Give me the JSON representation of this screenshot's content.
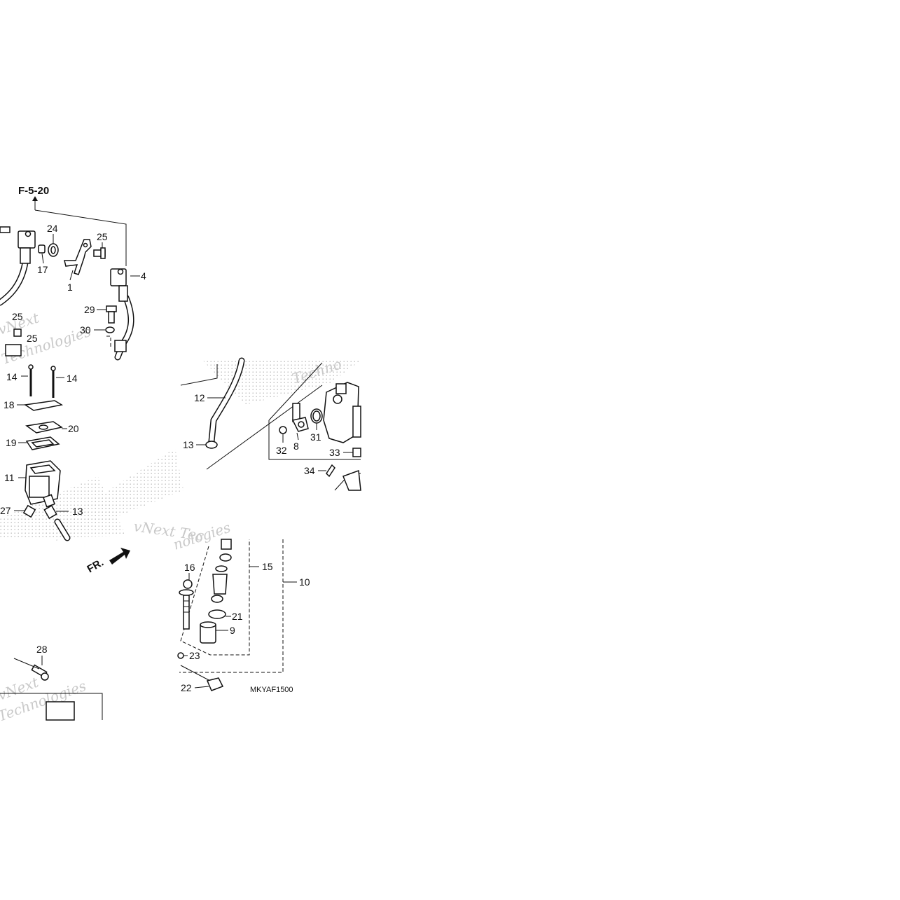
{
  "diagram": {
    "ref_arrow_label": "F-5-20",
    "front_label": "FR.",
    "diagram_code": "MKYAF1500",
    "watermark_lines": [
      "vNext",
      "Technologies",
      "Techno",
      "vNext Tec",
      "nologies"
    ],
    "callouts": [
      "24",
      "25",
      "17",
      "1",
      "4",
      "29",
      "30",
      "25",
      "25",
      "14",
      "14",
      "18",
      "20",
      "19",
      "11",
      "27",
      "13",
      "12",
      "13",
      "32",
      "8",
      "31",
      "33",
      "34",
      "16",
      "15",
      "10",
      "21",
      "9",
      "23",
      "22",
      "28"
    ]
  }
}
